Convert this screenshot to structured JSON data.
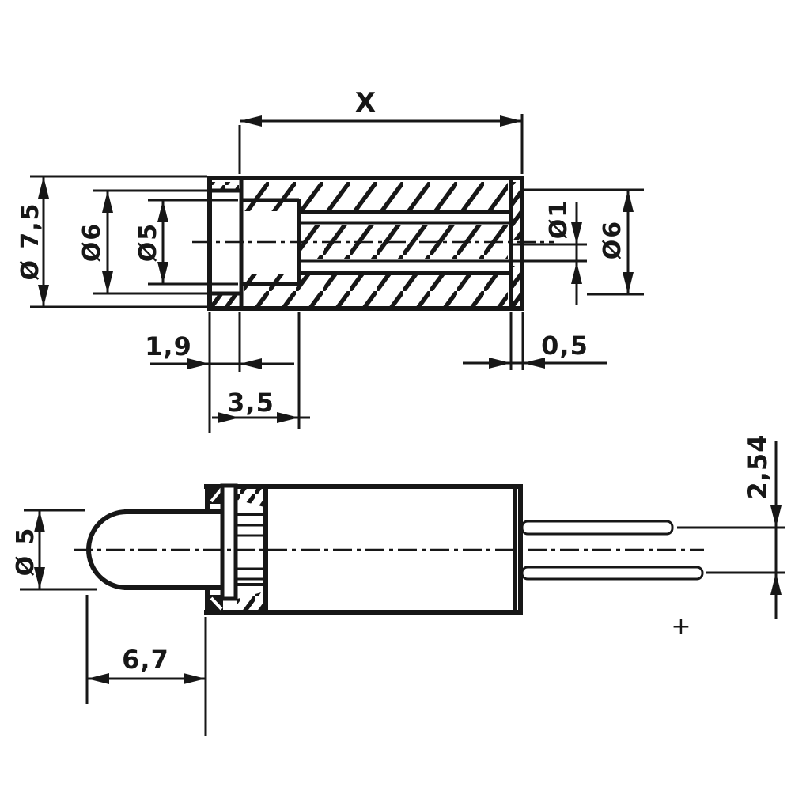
{
  "drawing": {
    "type": "engineering-dimension-drawing",
    "component": "Panel LED holder with 5 mm LED",
    "units": "mm",
    "colors": {
      "ink": "#171717",
      "paper": "#ffffff"
    },
    "top_view": {
      "name": "sectioned-holder-view",
      "labels": {
        "length_x": "X",
        "dia_flange": "Ø 7,5",
        "dia_front": "Ø6",
        "dia_cavity": "Ø5",
        "flange_width": "1,9",
        "cavity_depth": "3,5",
        "end_wall": "0,5",
        "dia_pin_hole": "Ø1",
        "dia_body": "Ø6"
      }
    },
    "side_view": {
      "name": "holder-with-led-view",
      "labels": {
        "dia_led": "Ø 5",
        "led_protrusion": "6,7",
        "pin_pitch": "2,54",
        "polarity_mark": "+"
      }
    }
  }
}
